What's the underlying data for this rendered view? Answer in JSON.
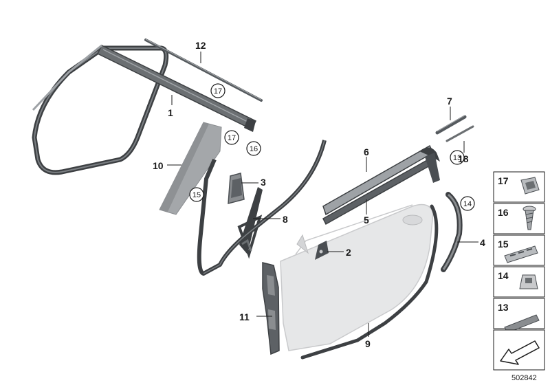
{
  "callouts": [
    {
      "id": "c1",
      "label": "1"
    },
    {
      "id": "c2",
      "label": "2"
    },
    {
      "id": "c3",
      "label": "3"
    },
    {
      "id": "c4",
      "label": "4"
    },
    {
      "id": "c5",
      "label": "5"
    },
    {
      "id": "c6",
      "label": "6"
    },
    {
      "id": "c7",
      "label": "7"
    },
    {
      "id": "c8",
      "label": "8"
    },
    {
      "id": "c9",
      "label": "9"
    },
    {
      "id": "c10",
      "label": "10"
    },
    {
      "id": "c11",
      "label": "11"
    },
    {
      "id": "c12",
      "label": "12"
    }
  ],
  "circled": [
    {
      "id": "k17a",
      "label": "17"
    },
    {
      "id": "k17b",
      "label": "17"
    },
    {
      "id": "k16",
      "label": "16"
    },
    {
      "id": "k15",
      "label": "15"
    },
    {
      "id": "k13",
      "label": "13"
    },
    {
      "id": "k14",
      "label": "14"
    },
    {
      "id": "k18",
      "label": "18"
    }
  ],
  "legend": [
    {
      "label": "17",
      "icon": "clip-icon"
    },
    {
      "label": "16",
      "icon": "screw-icon"
    },
    {
      "label": "15",
      "icon": "connector-clip-icon"
    },
    {
      "label": "14",
      "icon": "expanding-nut-icon"
    },
    {
      "label": "13",
      "icon": "foam-strip-icon"
    }
  ],
  "legend_footer_icon": "arrow-direction-icon",
  "doc_id": "502842",
  "colors": {
    "seal": "#6b6f72",
    "seal_dark": "#3d4043",
    "door": "#e6e7e8",
    "door_edge": "#c9cacc",
    "trim": "#a4a7aa"
  }
}
